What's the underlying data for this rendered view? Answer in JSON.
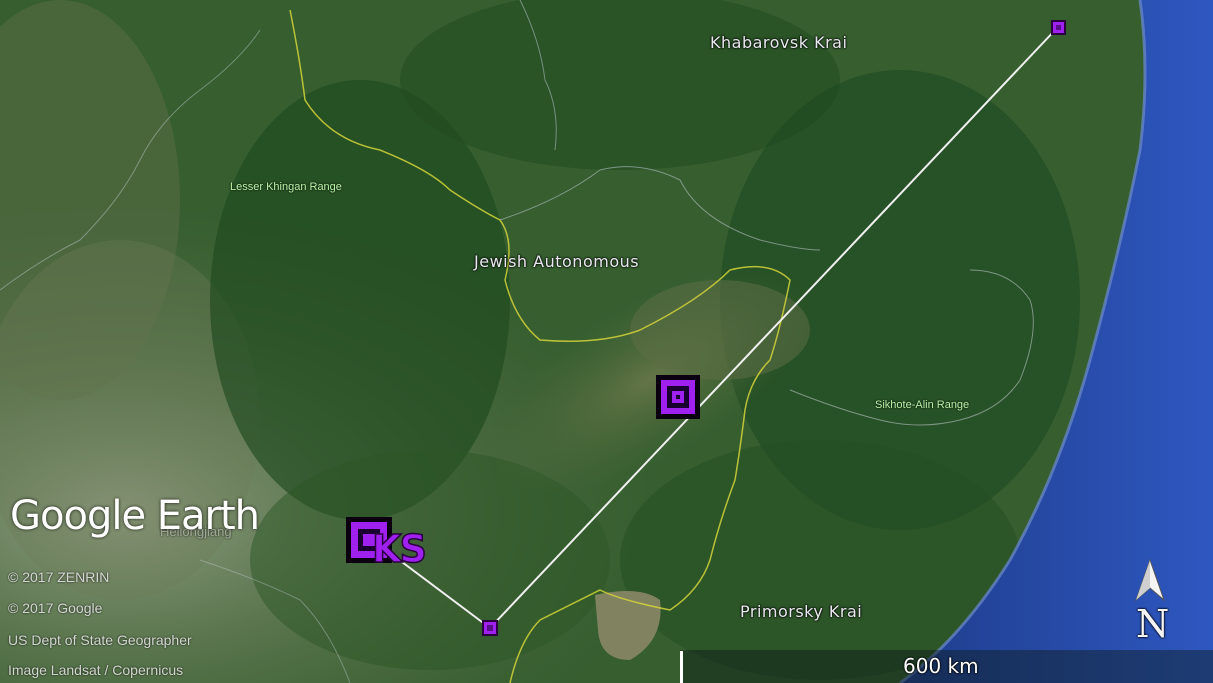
{
  "regions": {
    "khabarovsk": "Khabarovsk Krai",
    "jewish": "Jewish Autonomous",
    "primorsky": "Primorsky Krai"
  },
  "terrain": {
    "lesser_khingan": "Lesser Khingan Range",
    "sikhote_alin": "Sikhote-Alin Range"
  },
  "places": {
    "heilongjiang": "Heilongjiang"
  },
  "brand": "Google Earth",
  "credits": [
    "© 2017 ZENRIN",
    "© 2017 Google",
    "US Dept of State Geographer",
    "Image Landsat / Copernicus"
  ],
  "scale": "600 km",
  "marker_label": "KS",
  "compass_letter": "N",
  "colors": {
    "marker": "#a020f0",
    "route": "#f0f0f0",
    "border": "#d4d43a",
    "ocean": "#2c4aa6",
    "land": "#2f5a2a"
  }
}
